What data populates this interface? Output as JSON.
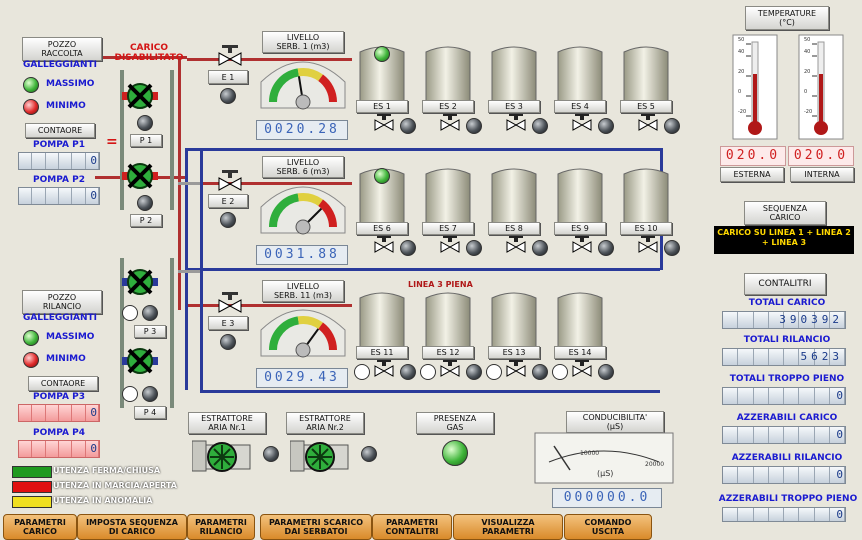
{
  "left_top": {
    "pozzo": "POZZO\nRACCOLTA",
    "galleggianti": "GALLEGGIANTI",
    "massimo": "MASSIMO",
    "minimo": "MINIMO",
    "contaore": "CONTAORE",
    "pompa1": "POMPA P1",
    "pompa1_val": "0",
    "pompa2": "POMPA P2",
    "pompa2_val": "0"
  },
  "left_bottom": {
    "pozzo": "POZZO\nRILANCIO",
    "galleggianti": "GALLEGGIANTI",
    "massimo": "MASSIMO",
    "minimo": "MINIMO",
    "contaore": "CONTAORE",
    "pompa3": "POMPA P3",
    "pompa3_val": "0",
    "pompa4": "POMPA P4",
    "pompa4_val": "0"
  },
  "carico": "CARICO\nDISABILITATO",
  "pumps": {
    "p1": "P 1",
    "p2": "P 2",
    "p3": "P 3",
    "p4": "P 4"
  },
  "valves": {
    "e1": "E 1",
    "e2": "E 2",
    "e3": "E 3"
  },
  "serb1": {
    "label": "LIVELLO\nSERB. 1 (m3)",
    "value": "0020.28",
    "level": 0.45
  },
  "serb6": {
    "label": "LIVELLO\nSERB. 6 (m3)",
    "value": "0031.88",
    "level": 0.75
  },
  "serb11": {
    "label": "LIVELLO\nSERB. 11 (m3)",
    "value": "0029.43",
    "level": 0.7
  },
  "tanks_row1": [
    "ES 1",
    "ES 2",
    "ES 3",
    "ES 4",
    "ES 5"
  ],
  "tanks_row2": [
    "ES 6",
    "ES 7",
    "ES 8",
    "ES 9",
    "ES 10"
  ],
  "tanks_row3": [
    "ES 11",
    "ES 12",
    "ES 13",
    "ES 14"
  ],
  "linea3_piena": "LINEA 3 PIENA",
  "estrattore1": "ESTRATTORE\nARIA Nr.1",
  "estrattore2": "ESTRATTORE\nARIA Nr.2",
  "presenza_gas": "PRESENZA\nGAS",
  "conducibilita": {
    "label": "CONDUCIBILITA'\n(µS)",
    "unit": "(µS)",
    "scale_mid": "10000",
    "scale_max": "20000",
    "value": "000000.0"
  },
  "temperature": {
    "title": "TEMPERATURE\n(°C)",
    "esterna": "ESTERNA",
    "esterna_val": "020.0",
    "interna": "INTERNA",
    "interna_val": "020.0",
    "ticks": [
      "50",
      "40",
      "20",
      "0",
      "-20"
    ]
  },
  "sequenza": {
    "title": "SEQUENZA\nCARICO",
    "text": "CARICO SU LINEA 1 + LINEA 2\n+ LINEA 3"
  },
  "contalitri": {
    "title": "CONTALITRI",
    "totali_carico": "TOTALI CARICO",
    "totali_carico_val": "390392",
    "totali_rilancio": "TOTALI RILANCIO",
    "totali_rilancio_val": "5623",
    "totali_troppo": "TOTALI TROPPO PIENO",
    "totali_troppo_val": "0",
    "azz_carico": "AZZERABILI CARICO",
    "azz_carico_val": "0",
    "azz_rilancio": "AZZERABILI RILANCIO",
    "azz_rilancio_val": "0",
    "azz_troppo": "AZZERABILI TROPPO PIENO",
    "azz_troppo_val": "0"
  },
  "legend": {
    "ferma": "UTENZA FERMA/CHIUSA",
    "ferma_color": "#1f9a1f",
    "marcia": "UTENZA IN MARCIA/APERTA",
    "marcia_color": "#e01010",
    "anomalia": "UTENZA IN ANOMALIA",
    "anomalia_color": "#f0e020"
  },
  "buttons": [
    "PARAMETRI\nCARICO",
    "IMPOSTA SEQUENZA\nDI CARICO",
    "PARAMETRI\nRILANCIO",
    "PARAMETRI SCARICO\nDAI SERBATOI",
    "PARAMETRI\nCONTALITRI",
    "VISUALIZZA\nPARAMETRI",
    "COMANDO\nUSCITA"
  ],
  "colors": {
    "pipe_red": "#b03030",
    "pipe_blue": "#2a3a9a",
    "pipe_gray": "#9a9a9a"
  }
}
